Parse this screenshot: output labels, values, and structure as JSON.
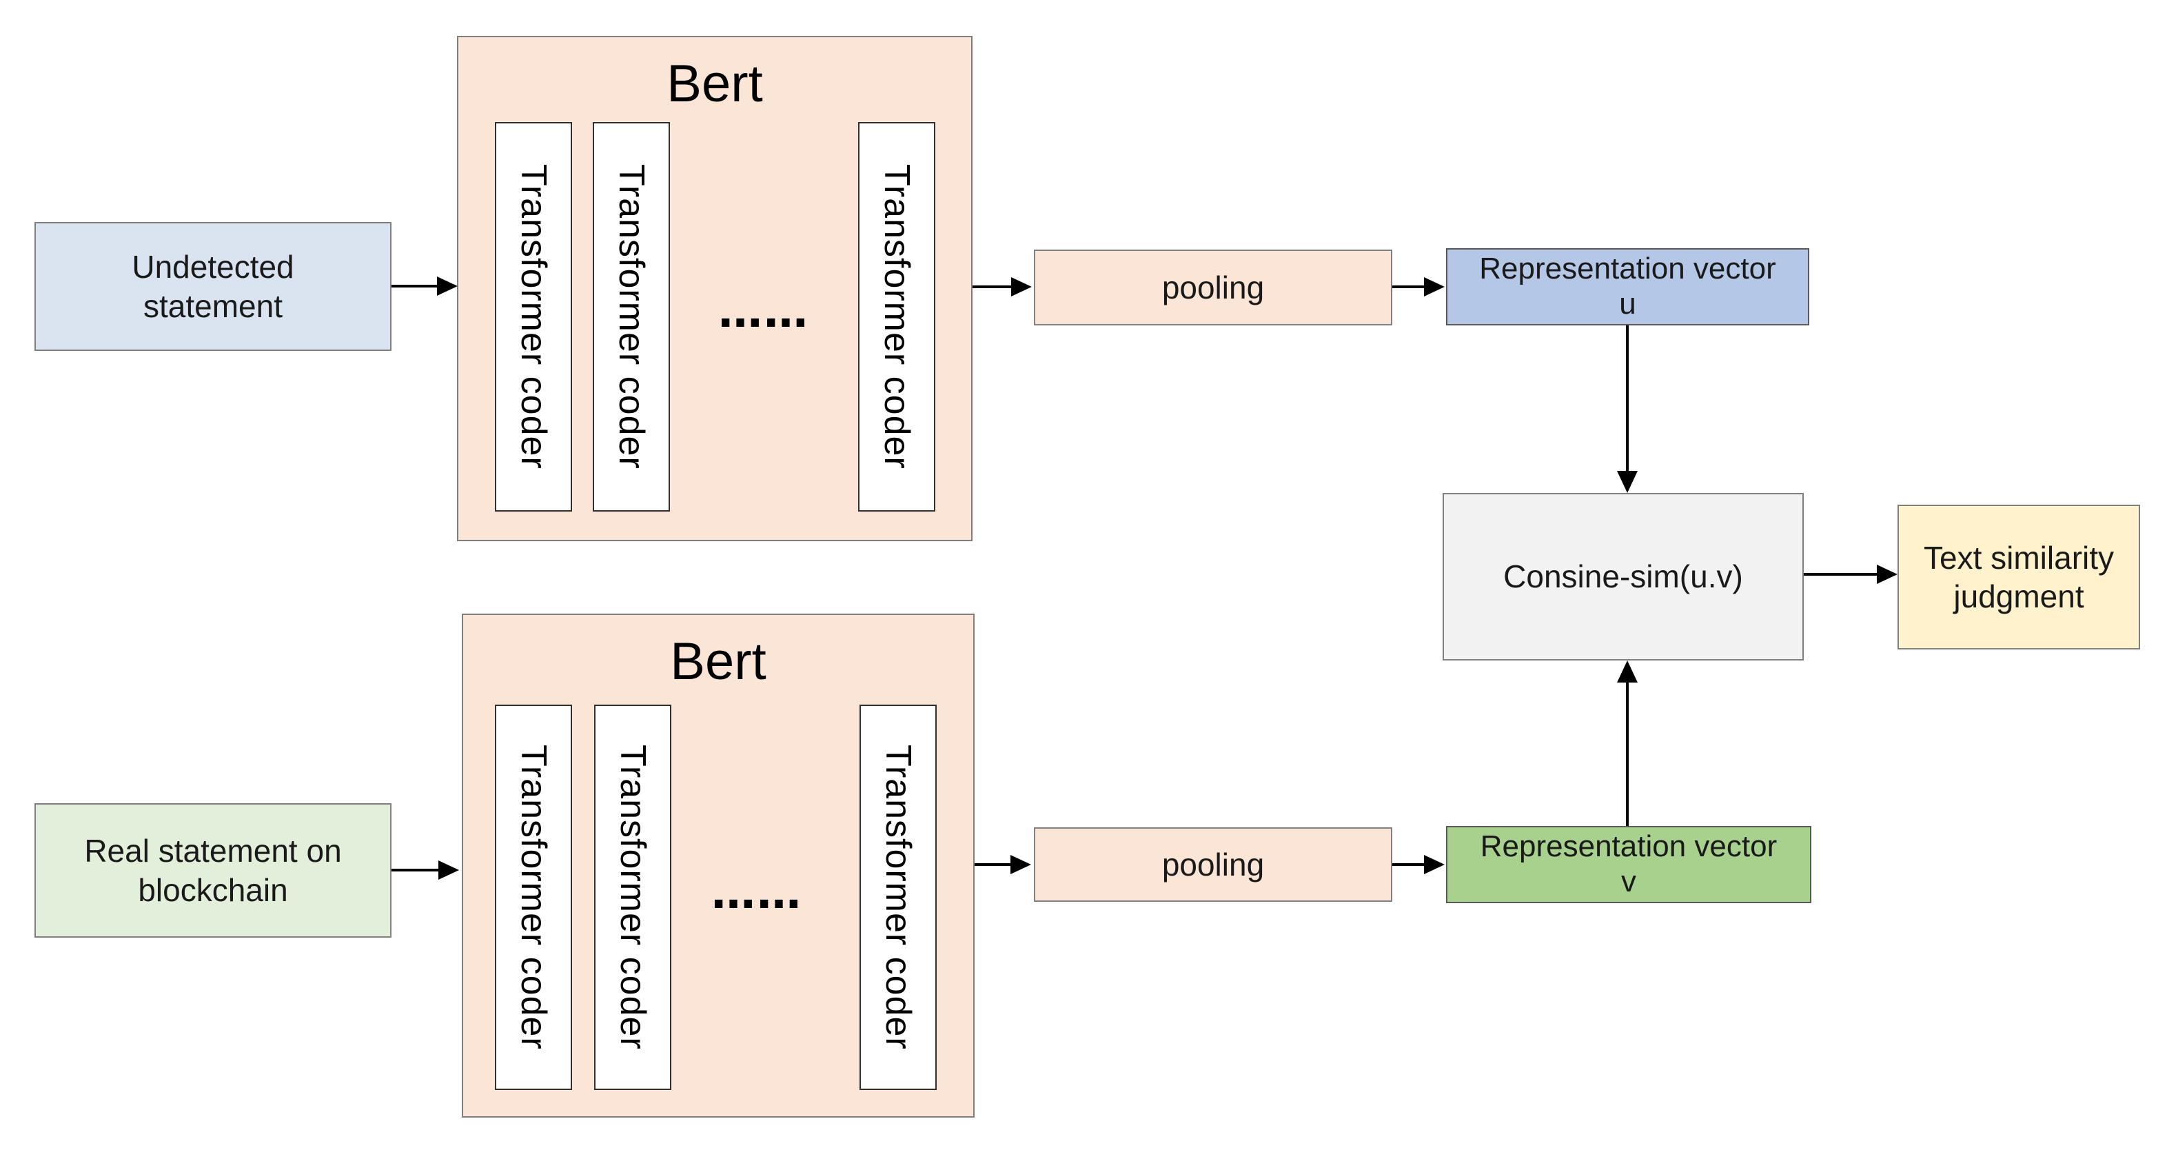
{
  "colors": {
    "peach": "#fbe5d6",
    "light_blue": "#dae4f0",
    "light_green": "#e2efda",
    "light_gray": "#f2f2f2",
    "light_yellow": "#fff2cc",
    "mid_blue": "#b4c7e7",
    "mid_green": "#a9d18e",
    "gray_border": "#7f7f7f",
    "dark_border": "#303030",
    "dark_blue_border": "#595959",
    "dark_green_border": "#595959",
    "arrow_black": "#000000"
  },
  "labels": {
    "transformer_coder": "Transformer coder",
    "dots": "……"
  },
  "nodes": {
    "undetected_statement": "Undetected\nstatement",
    "real_statement": "Real statement on\nblockchain",
    "bert_top_title": "Bert",
    "bert_bottom_title": "Bert",
    "pooling_top": "pooling",
    "pooling_bottom": "pooling",
    "representation_vector_u": "Representation vector\nu",
    "representation_vector_v": "Representation vector\nv",
    "cosine_sim": "Consine-sim(u.v)",
    "text_similarity_judgment": "Text similarity\njudgment"
  },
  "edges": [
    {
      "from": "undetected-statement",
      "to": "bert-top"
    },
    {
      "from": "bert-top",
      "to": "pooling-top"
    },
    {
      "from": "pooling-top",
      "to": "representation-vector-u"
    },
    {
      "from": "representation-vector-u",
      "to": "cosine-sim"
    },
    {
      "from": "real-statement",
      "to": "bert-bottom"
    },
    {
      "from": "bert-bottom",
      "to": "pooling-bottom"
    },
    {
      "from": "pooling-bottom",
      "to": "representation-vector-v"
    },
    {
      "from": "representation-vector-v",
      "to": "cosine-sim"
    },
    {
      "from": "cosine-sim",
      "to": "text-similarity-judgment"
    }
  ]
}
